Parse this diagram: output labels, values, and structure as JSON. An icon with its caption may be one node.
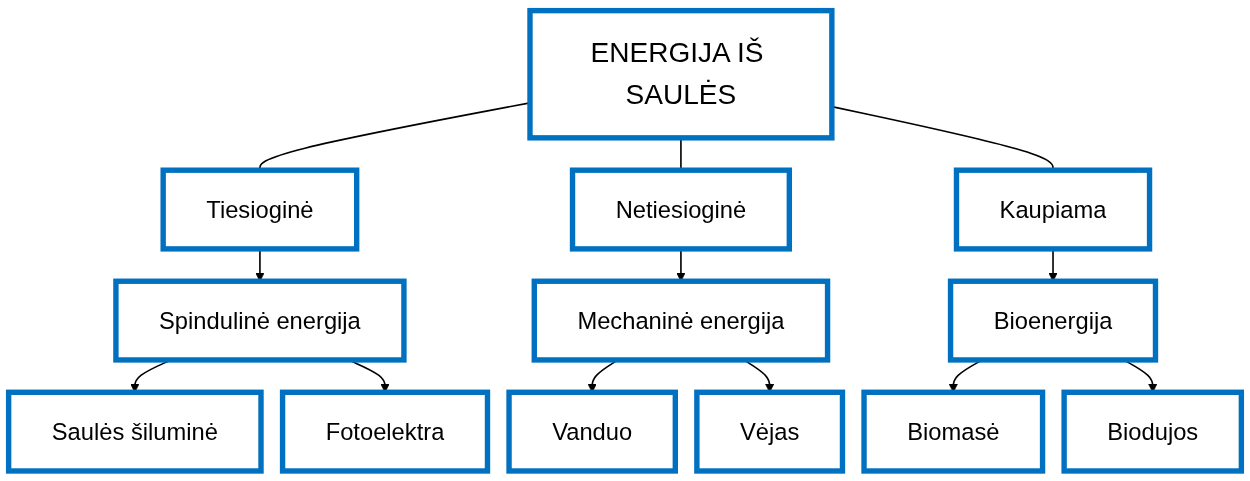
{
  "diagram": {
    "nodes": [
      {
        "text": [
          "ENERGIJA IŠ SAULĖS"
        ]
      },
      {
        "text": [
          "Tiesioginė"
        ]
      },
      {
        "text": [
          "Netiesioginė"
        ]
      },
      {
        "text": [
          "Kaupiama"
        ]
      },
      {
        "text": [
          "Spindulinė energija"
        ]
      },
      {
        "text": [
          "Mechaninė energija"
        ]
      },
      {
        "text": [
          "Bioenergija"
        ]
      },
      {
        "text": [
          "Saulės šiluminė"
        ]
      },
      {
        "text": [
          "Fotoelektra"
        ]
      },
      {
        "text": [
          "Vanduo"
        ]
      },
      {
        "text": [
          "Vėjas"
        ]
      },
      {
        "text": [
          "Biomasė"
        ]
      },
      {
        "text": [
          "Biodujos"
        ]
      }
    ],
    "edges": [
      {
        "from": 0,
        "to": 1,
        "arrow": "none"
      },
      {
        "from": 0,
        "to": 2,
        "arrow": "none"
      },
      {
        "from": 0,
        "to": 3,
        "arrow": "none"
      },
      {
        "from": 1,
        "to": 4,
        "arrow": "to"
      },
      {
        "from": 2,
        "to": 5,
        "arrow": "to"
      },
      {
        "from": 3,
        "to": 6,
        "arrow": "to"
      },
      {
        "from": 4,
        "to": 7,
        "arrow": "to"
      },
      {
        "from": 4,
        "to": 8,
        "arrow": "to"
      },
      {
        "from": 5,
        "to": 9,
        "arrow": "to"
      },
      {
        "from": 5,
        "to": 10,
        "arrow": "to"
      },
      {
        "from": 6,
        "to": 11,
        "arrow": "to"
      },
      {
        "from": 6,
        "to": 12,
        "arrow": "to"
      }
    ]
  }
}
